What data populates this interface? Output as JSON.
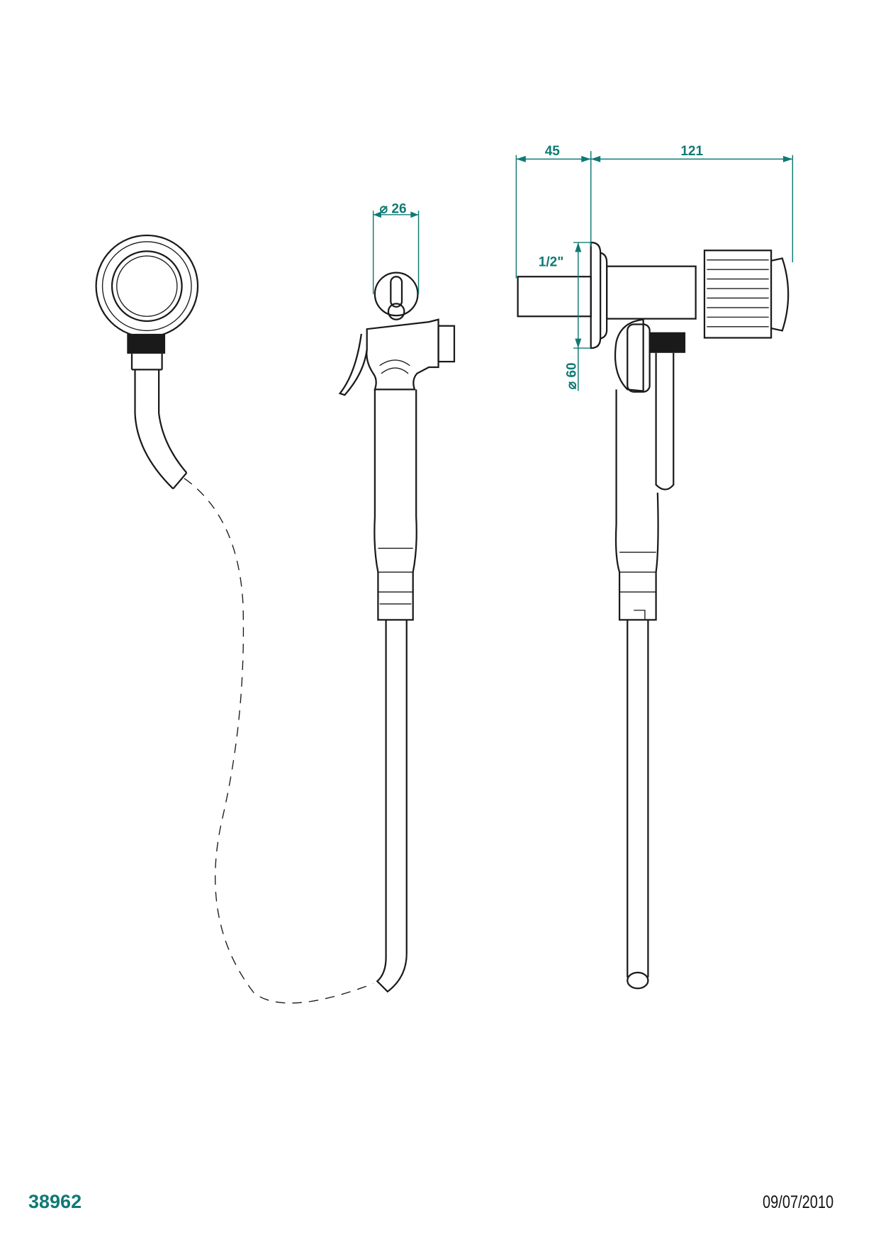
{
  "drawing": {
    "code": "38962",
    "date": "09/07/2010",
    "dimensions": {
      "width_45": "45",
      "width_121": "121",
      "diameter_26": "⌀ 26",
      "diameter_60": "⌀ 60",
      "thread": "1/2\""
    },
    "colors": {
      "accent": "#0f7a74",
      "line": "#1a1a1a"
    }
  }
}
